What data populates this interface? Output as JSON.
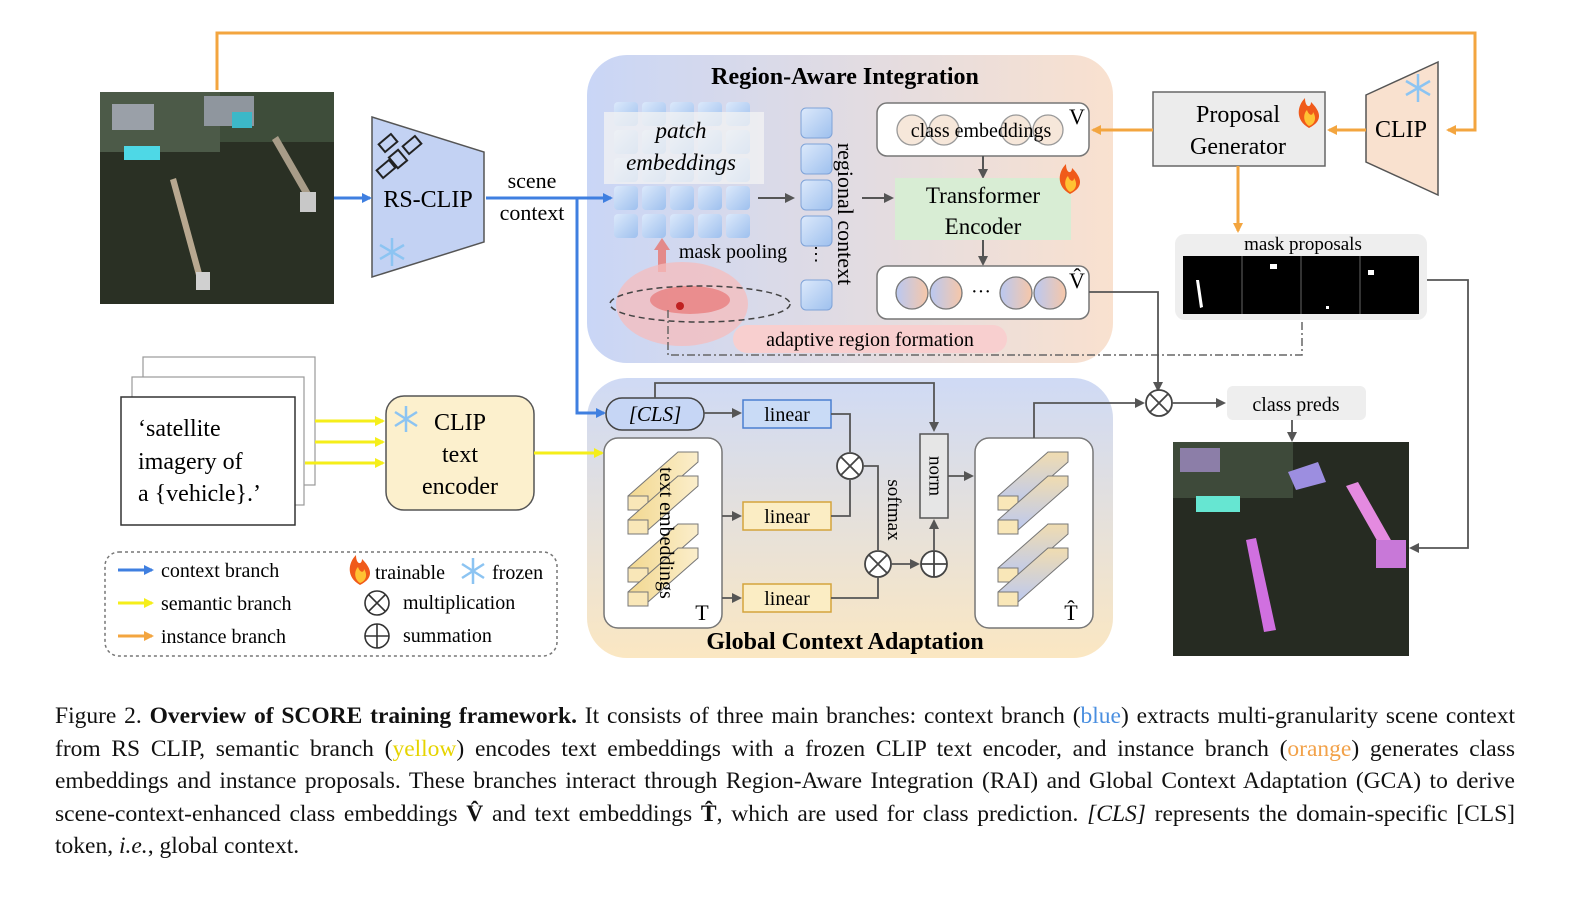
{
  "diagram": {
    "rai_title": "Region-Aware Integration",
    "gca_title": "Global Context Adaptation",
    "rs_clip": "RS-CLIP",
    "scene_context": [
      "scene",
      "context"
    ],
    "patch_embeddings": [
      "patch",
      "embeddings"
    ],
    "mask_pooling": "mask pooling",
    "regional_context": "regional context",
    "class_embeddings": "class embeddings",
    "v_label": "V",
    "v_hat_label": "V̂",
    "transformer_encoder": [
      "Transformer",
      "Encoder"
    ],
    "adaptive_region_formation": "adaptive region formation",
    "proposal_generator": [
      "Proposal",
      "Generator"
    ],
    "clip": "CLIP",
    "mask_proposals": "mask proposals",
    "class_preds": "class preds",
    "prompt_text": [
      "‘satellite",
      "imagery of",
      "a {vehicle}.’"
    ],
    "clip_text_encoder": [
      "CLIP",
      "text",
      "encoder"
    ],
    "cls_token": "[CLS]",
    "linear": "linear",
    "norm": "norm",
    "softmax": "softmax",
    "text_embeddings": "text embeddings",
    "t_label": "T",
    "t_hat_label": "T̂",
    "legend": {
      "context_branch": "context branch",
      "semantic_branch": "semantic branch",
      "instance_branch": "instance branch",
      "trainable": "trainable",
      "frozen": "frozen",
      "multiplication": "multiplication",
      "summation": "summation"
    },
    "colors": {
      "blue": "#3f7fe0",
      "yellow": "#f5ee1a",
      "orange": "#f3a53f",
      "rai_bg": "#dbe3f8",
      "gca_bg": "#fbe6cc"
    }
  },
  "caption": {
    "fig_label": "Figure 2.",
    "title": "Overview of SCORE training framework.",
    "t1": " It consists of three main branches: context branch (",
    "blue": "blue",
    "t2": ") extracts multi-granularity scene context from RS CLIP, semantic branch (",
    "yellow": "yellow",
    "t3": ") encodes text embeddings with a frozen CLIP text encoder, and instance branch (",
    "orange": "orange",
    "t4": ") generates class embeddings and instance proposals. These branches interact through Region-Aware Integration (RAI) and Global Context Adaptation (GCA) to derive scene-context-enhanced class embeddings ",
    "v": "V̂",
    "t5": " and text embeddings ",
    "t": "T̂",
    "t6": ", which are used for class prediction. ",
    "cls": "[CLS]",
    "t7": " represents the domain-specific [CLS] token, ",
    "ie": "i.e.",
    "t8": ", global context."
  }
}
